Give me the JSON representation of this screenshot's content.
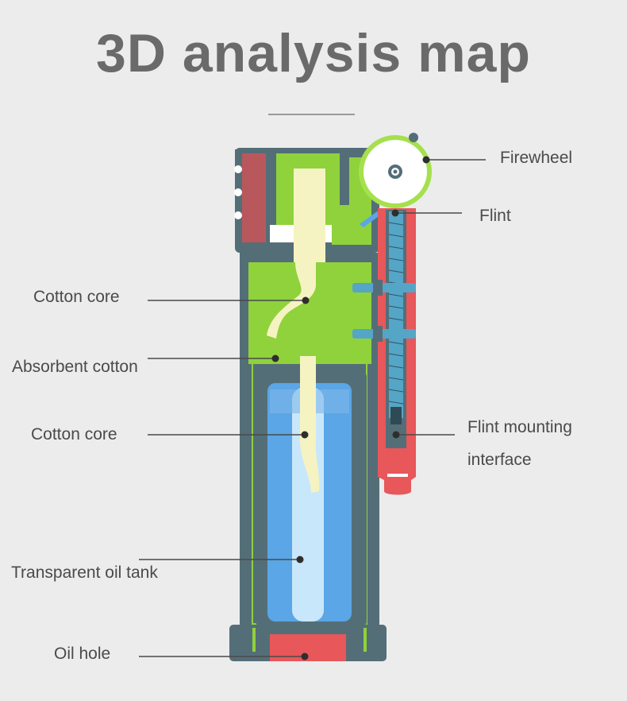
{
  "title": "3D analysis map",
  "labels": {
    "firewheel": "Firewheel",
    "flint": "Flint",
    "cotton_core_top": "Cotton core",
    "absorbent_cotton": "Absorbent cotton",
    "cotton_core_bottom": "Cotton core",
    "flint_mount_line1": "Flint mounting",
    "flint_mount_line2": "interface",
    "oil_tank": "Transparent oil tank",
    "oil_hole": "Oil hole"
  },
  "colors": {
    "shell": "#546e78",
    "cotton": "#8fd23c",
    "wick": "#f6f3c2",
    "tank": "#5aa6e6",
    "tank_light": "#c9e7fb",
    "flint_body": "#e8575a",
    "head_red": "#b8585c",
    "wheel": "#a5e04d",
    "spring": "#55a5c6"
  }
}
